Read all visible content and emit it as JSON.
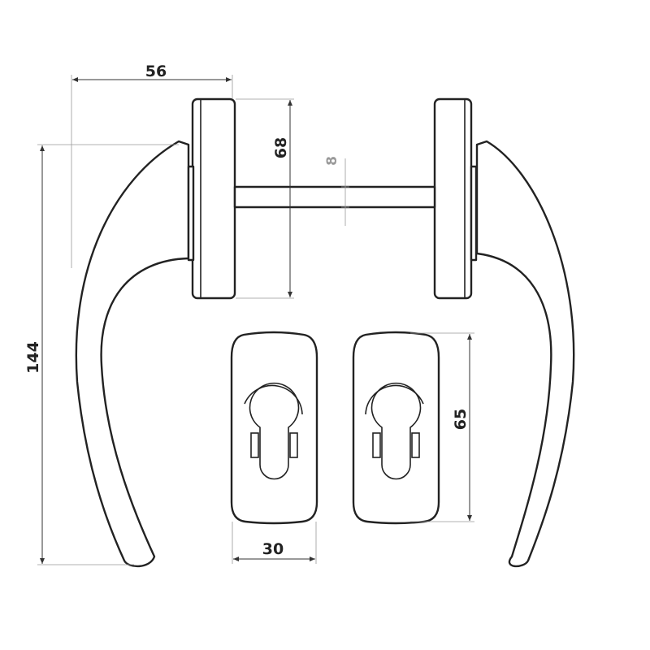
{
  "dimensions": {
    "rose_offset": "56",
    "rose_diameter": "68",
    "spindle": "8",
    "handle_height": "144",
    "escutcheon_height": "65",
    "escutcheon_width": "30"
  },
  "colors": {
    "line": "#222222",
    "dim_gray": "#999999"
  }
}
